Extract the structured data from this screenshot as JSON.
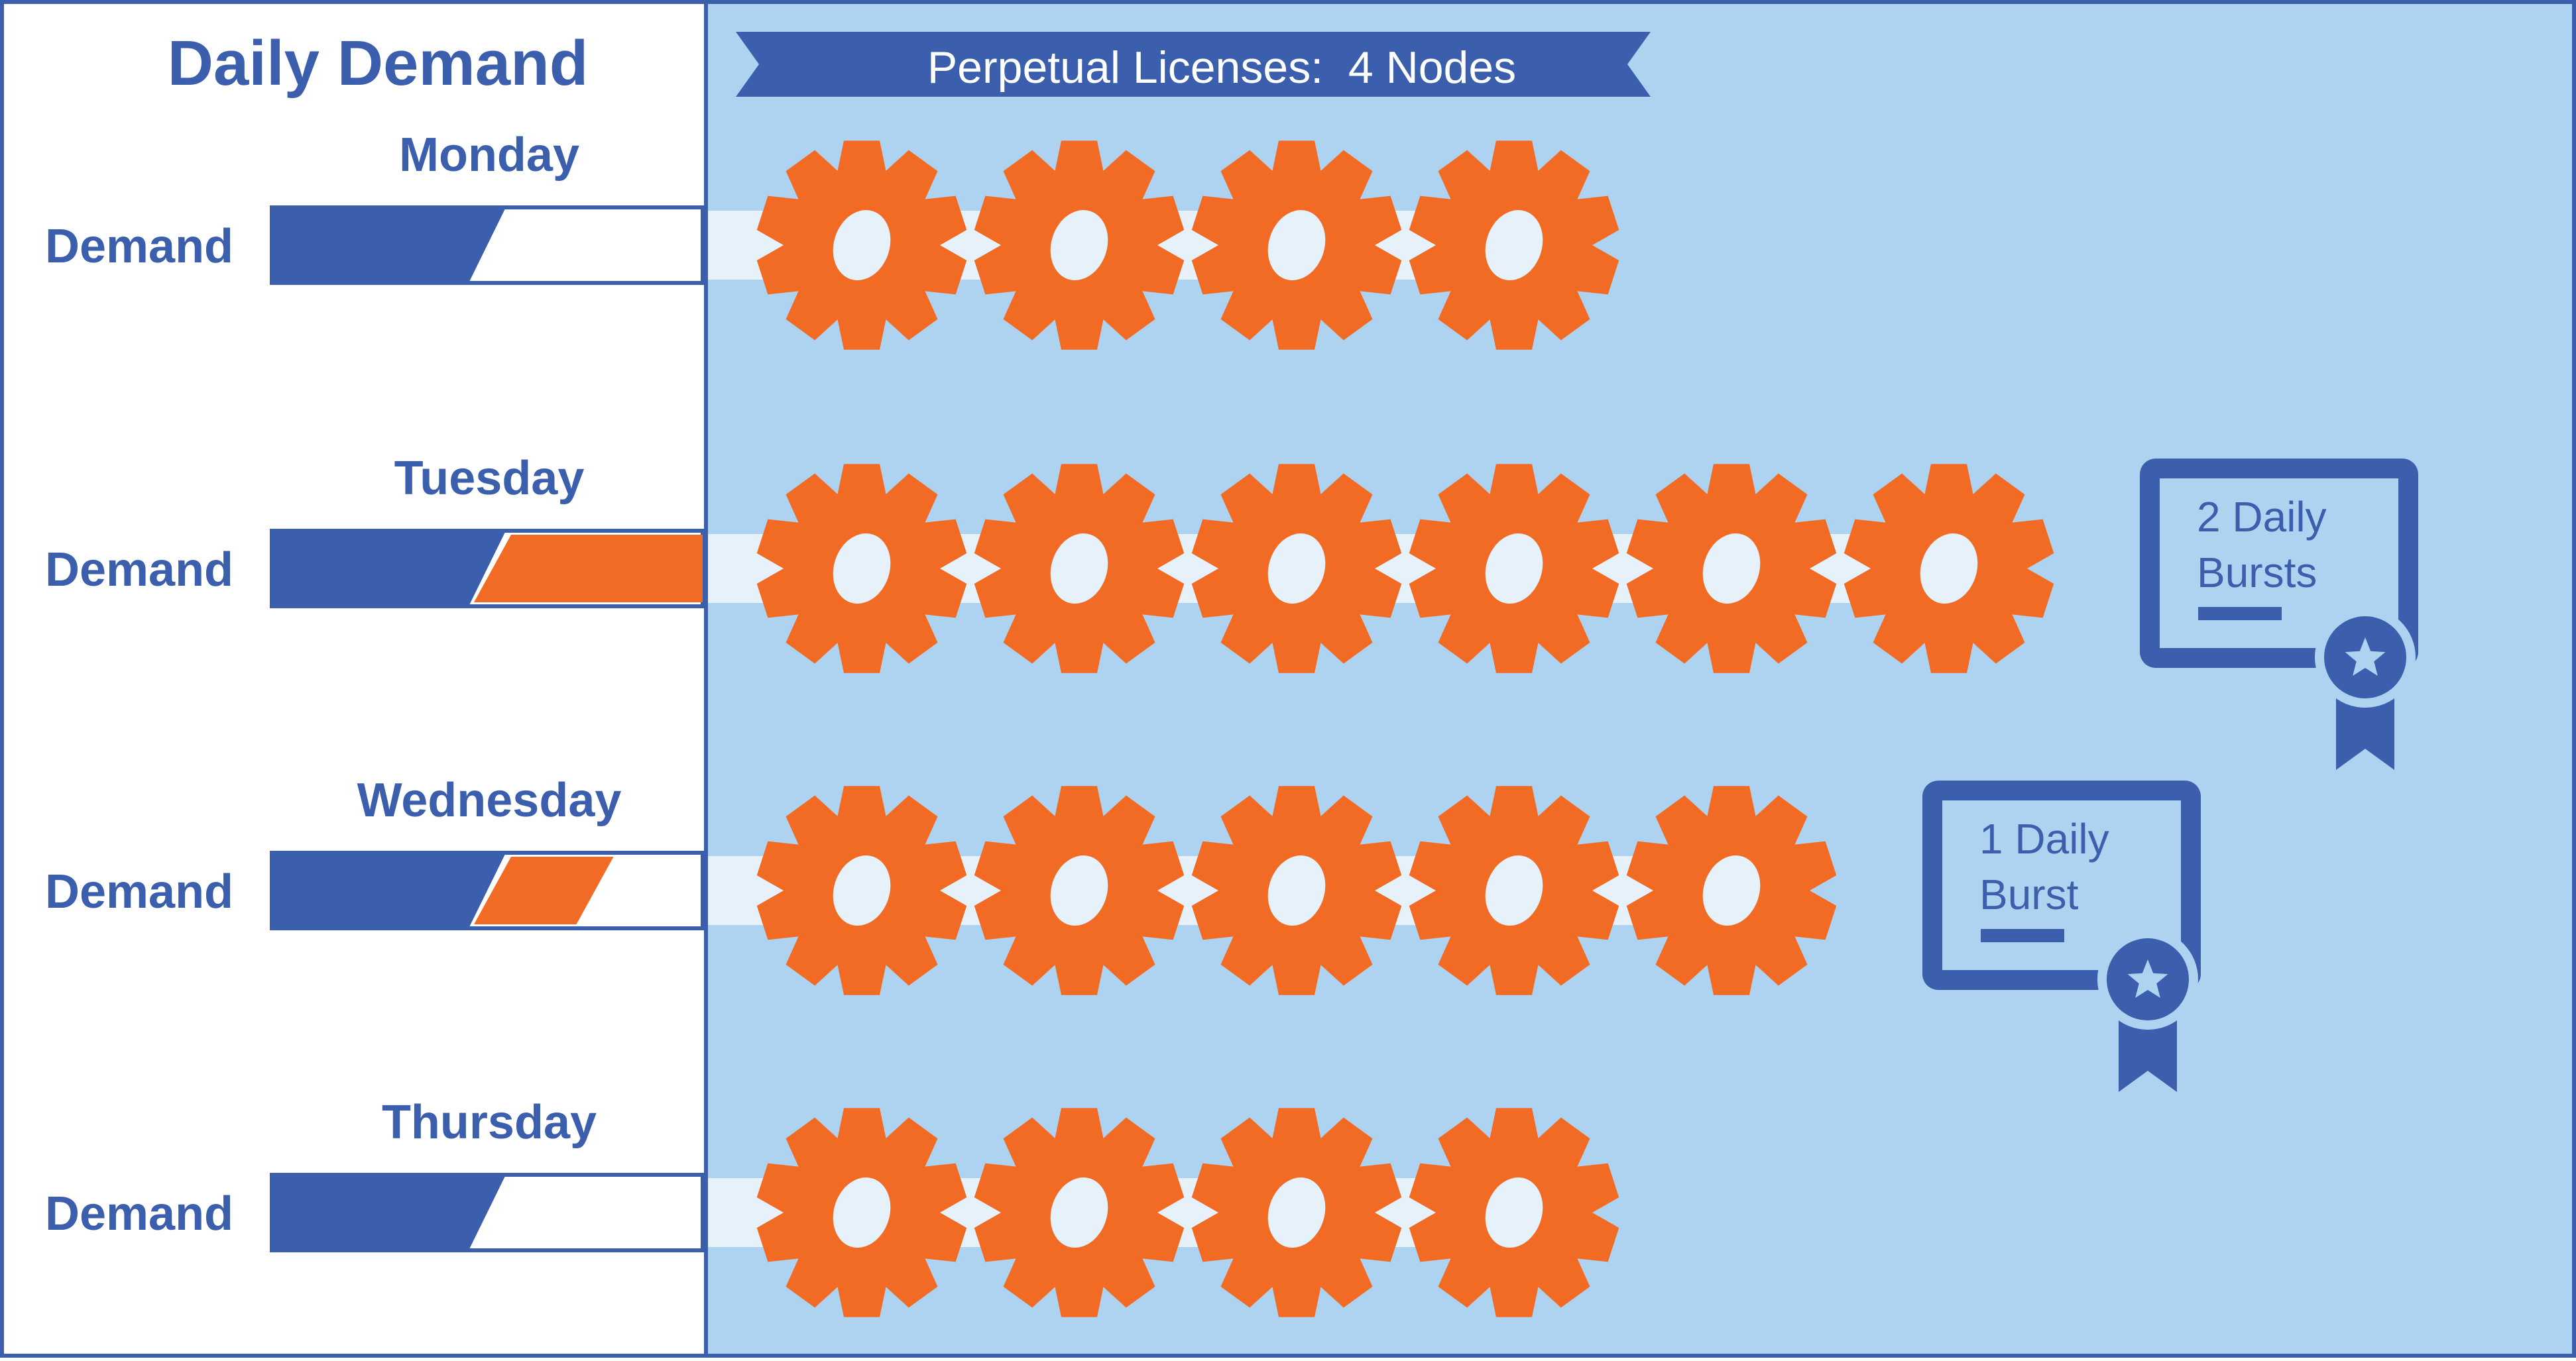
{
  "title": "Daily Demand",
  "banner": "Perpetual Licenses:  4 Nodes",
  "colors": {
    "blue": "#3B5FAD",
    "orange": "#F26B25",
    "panel": "#AED3F0",
    "belt": "#E6F1FA",
    "white": "#FFFFFF"
  },
  "icons": {
    "node": "gear-icon",
    "burst": "certificate-icon"
  },
  "rows": [
    {
      "day": "Monday",
      "demand_label": "Demand",
      "base_share": 0.5,
      "burst_share": 0,
      "nodes": 4,
      "burst_lines": []
    },
    {
      "day": "Tuesday",
      "demand_label": "Demand",
      "base_share": 0.5,
      "burst_share": 0.5,
      "nodes": 6,
      "burst_lines": [
        "2 Daily",
        "Bursts"
      ]
    },
    {
      "day": "Wednesday",
      "demand_label": "Demand",
      "base_share": 0.5,
      "burst_share": 0.25,
      "nodes": 5,
      "burst_lines": [
        "1 Daily",
        "Burst"
      ]
    },
    {
      "day": "Thursday",
      "demand_label": "Demand",
      "base_share": 0.5,
      "burst_share": 0,
      "nodes": 4,
      "burst_lines": []
    }
  ]
}
